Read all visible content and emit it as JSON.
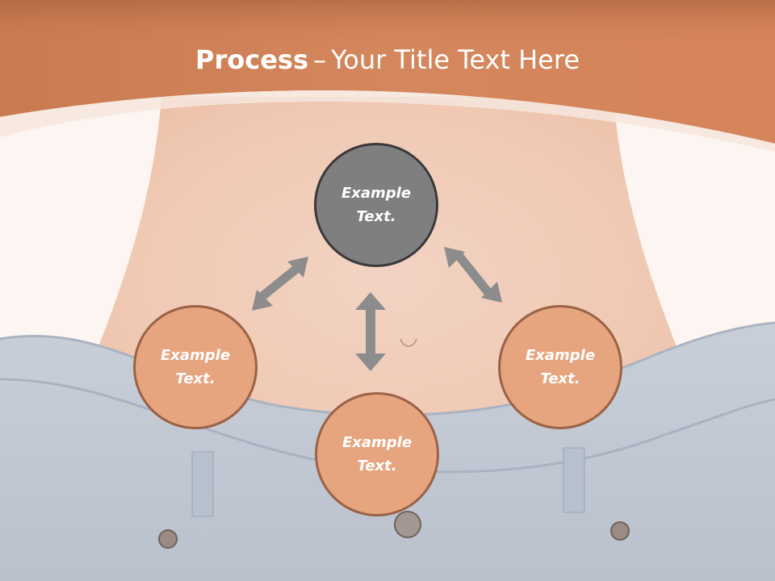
{
  "slide": {
    "title_bold": "Process",
    "title_separator": "–",
    "title_rest": "Your Title Text Here"
  },
  "diagram": {
    "nodes": [
      {
        "id": "top",
        "label": "Example Text.",
        "fill": "#7f7f7f"
      },
      {
        "id": "left",
        "label": "Example Text.",
        "fill": "#e7a57f"
      },
      {
        "id": "bottom",
        "label": "Example Text.",
        "fill": "#e7a57f"
      },
      {
        "id": "right",
        "label": "Example Text.",
        "fill": "#e7a57f"
      }
    ],
    "arrow_color": "#8c8c8c",
    "header_color": "#d6845a"
  }
}
